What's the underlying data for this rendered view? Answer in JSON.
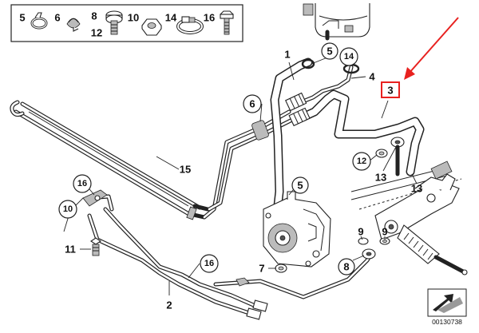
{
  "legend": [
    {
      "number": "5",
      "icon": "hose-clamp-icon"
    },
    {
      "number": "6",
      "icon": "open-clip-icon"
    },
    {
      "number": "8",
      "icon": "banjo-bolt-icon"
    },
    {
      "number": "12",
      "icon": ""
    },
    {
      "number": "10",
      "icon": "hex-nut-icon"
    },
    {
      "number": "14",
      "icon": "worm-clamp-icon"
    },
    {
      "number": "16",
      "icon": "hex-bolt-icon"
    }
  ],
  "callouts": {
    "n1": "1",
    "n2": "2",
    "n3": "3",
    "n4": "4",
    "n5a": "5",
    "n5b": "5",
    "n6": "6",
    "n7": "7",
    "n8": "8",
    "n9a": "9",
    "n9b": "9",
    "n10": "10",
    "n11": "11",
    "n12": "12",
    "n13a": "13",
    "n13b": "13",
    "n14": "14",
    "n15": "15",
    "n16a": "16",
    "n16b": "16"
  },
  "catalog_number": "00130738",
  "colors": {
    "highlight": "#e8211f",
    "line": "#222222",
    "background": "#ffffff"
  }
}
